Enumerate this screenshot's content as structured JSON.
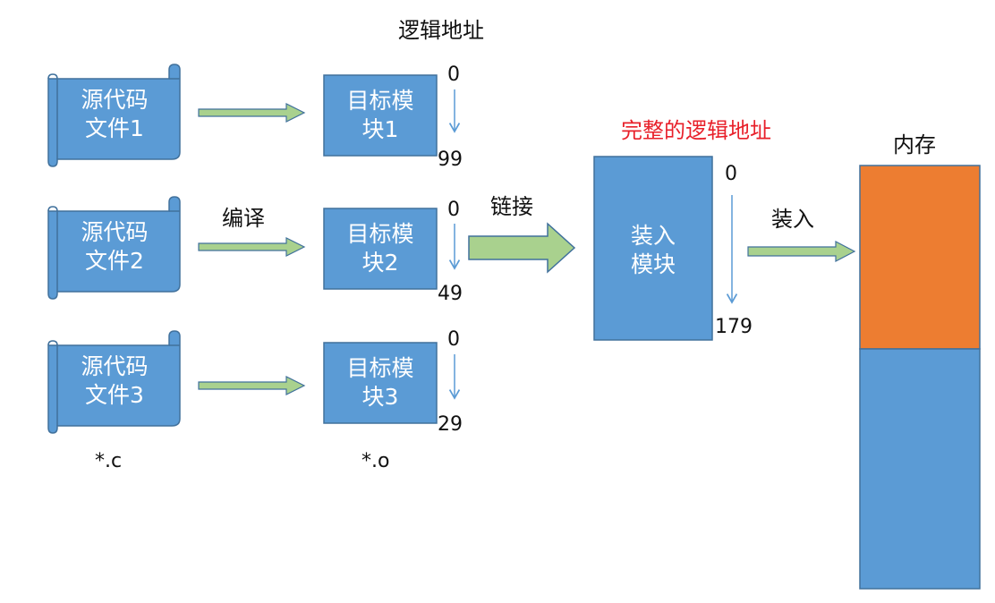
{
  "colors": {
    "box_fill": "#5b9bd5",
    "box_stroke": "#41719c",
    "arrow_fill": "#a9d18e",
    "arrow_stroke": "#41719c",
    "memory_used": "#ed7d31",
    "memory_free": "#5b9bd5",
    "highlight_text": "#e8202a"
  },
  "headers": {
    "logical_address": "逻辑地址",
    "complete_logical_address": "完整的逻辑地址",
    "memory": "内存"
  },
  "source_files": [
    {
      "label": "源代码\n文件1"
    },
    {
      "label": "源代码\n文件2"
    },
    {
      "label": "源代码\n文件3"
    }
  ],
  "source_ext": "*.c",
  "object_modules": [
    {
      "label": "目标模\n块1",
      "start": "0",
      "end": "99"
    },
    {
      "label": "目标模\n块2",
      "start": "0",
      "end": "49"
    },
    {
      "label": "目标模\n块3",
      "start": "0",
      "end": "29"
    }
  ],
  "object_ext": "*.o",
  "steps": {
    "compile": "编译",
    "link": "链接",
    "load": "装入"
  },
  "load_module": {
    "label": "装入\n模块",
    "start": "0",
    "end": "179"
  }
}
